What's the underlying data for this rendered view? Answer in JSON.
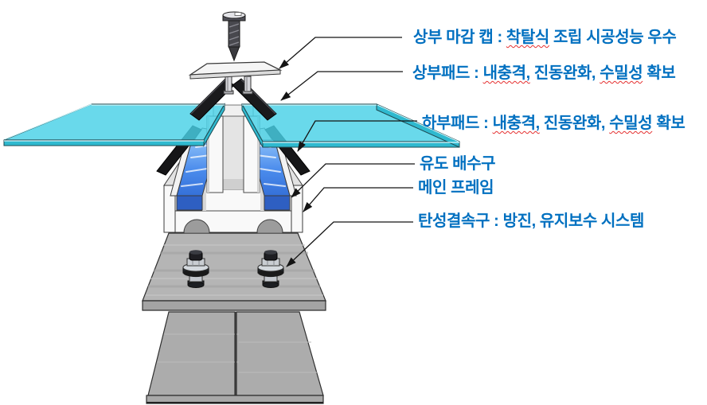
{
  "colors": {
    "label": "#0070C0",
    "misspell": "#E53030",
    "glass": "#48D1E6",
    "glassedge": "#2FB9CF",
    "water": "#4A8BEC",
    "waterdeep": "#2E5FC2",
    "pad": "#1A1A1C",
    "frame": "#F9F9F9",
    "frameshade": "#E2E2E2",
    "metal": "#B5B5B5",
    "metaldark": "#A4A4A4",
    "steel": "#ACACAC",
    "leader": "#141414"
  },
  "parts": [
    {
      "name": "fastening-screw"
    },
    {
      "name": "top-cap"
    },
    {
      "name": "upper-pad-left"
    },
    {
      "name": "upper-pad-right"
    },
    {
      "name": "glass-panel-left"
    },
    {
      "name": "glass-panel-right"
    },
    {
      "name": "lower-pad-left"
    },
    {
      "name": "lower-pad-right"
    },
    {
      "name": "drain-channel-left"
    },
    {
      "name": "drain-channel-right"
    },
    {
      "name": "main-frame"
    },
    {
      "name": "elastic-fastener-left"
    },
    {
      "name": "elastic-fastener-right"
    },
    {
      "name": "base-plate"
    },
    {
      "name": "steel-beam"
    }
  ],
  "annotations": [
    {
      "id": "top-cap",
      "segments": [
        {
          "text": "상부 마감 캡 : ",
          "misspelled": false
        },
        {
          "text": "착탈식",
          "misspelled": true
        },
        {
          "text": " 조립 시공성능 우수",
          "misspelled": false
        }
      ]
    },
    {
      "id": "upper-pad",
      "segments": [
        {
          "text": "상부패드 : ",
          "misspelled": false
        },
        {
          "text": "내충격,",
          "misspelled": true
        },
        {
          "text": " 진동완화, ",
          "misspelled": false
        },
        {
          "text": "수밀성",
          "misspelled": true
        },
        {
          "text": " 확보",
          "misspelled": false
        }
      ]
    },
    {
      "id": "lower-pad",
      "segments": [
        {
          "text": "하부패드 : ",
          "misspelled": false
        },
        {
          "text": "내충격,",
          "misspelled": true
        },
        {
          "text": " 진동완화, ",
          "misspelled": false
        },
        {
          "text": "수밀성",
          "misspelled": true
        },
        {
          "text": " 확보",
          "misspelled": false
        }
      ]
    },
    {
      "id": "drain",
      "segments": [
        {
          "text": "유도 배수구",
          "misspelled": false
        }
      ]
    },
    {
      "id": "main-frame",
      "segments": [
        {
          "text": "메인 프레임",
          "misspelled": false
        }
      ]
    },
    {
      "id": "fastener",
      "segments": [
        {
          "text": "탄성결속구 : 방진, 유지보수 시스템",
          "misspelled": false
        }
      ]
    }
  ]
}
